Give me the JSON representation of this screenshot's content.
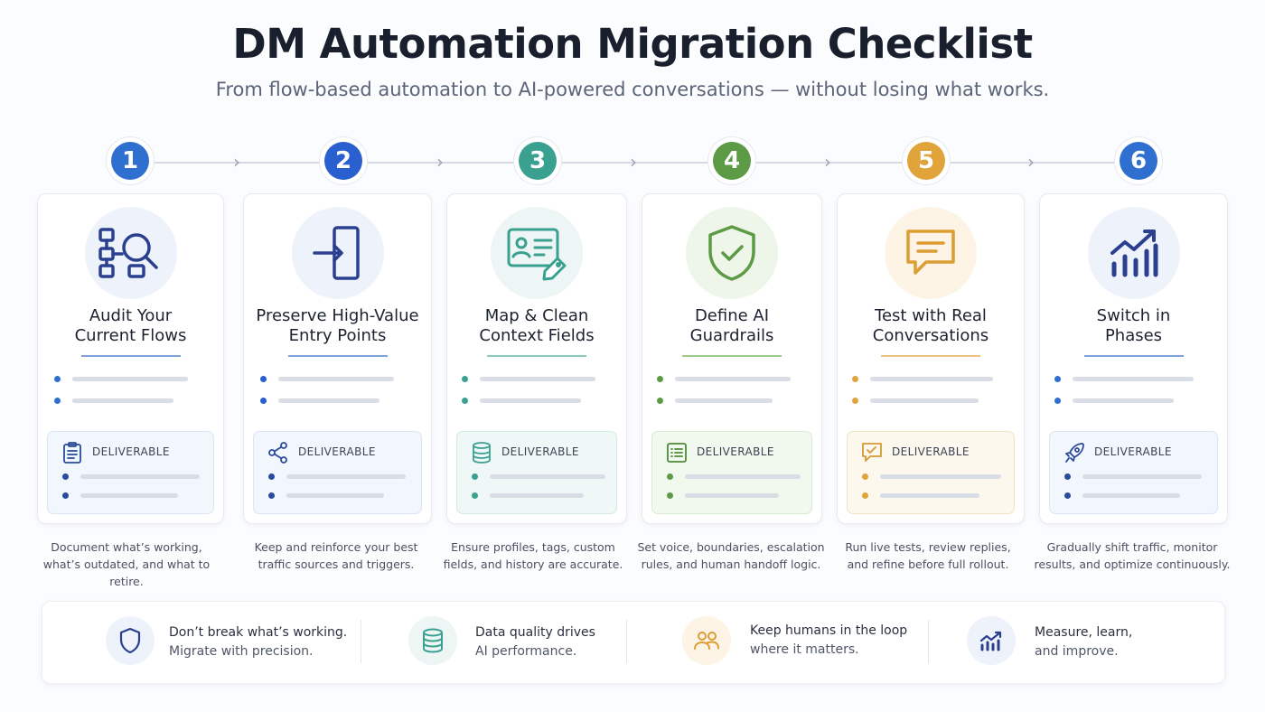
{
  "header": {
    "title": "DM Automation Migration Checklist",
    "subtitle": "From flow-based automation to AI-powered conversations — without losing what works."
  },
  "steps": [
    {
      "number": "1",
      "title_line1": "Audit Your",
      "title_line2": "Current Flows",
      "deliverable": "DELIVERABLE",
      "desc_line1": "Document what’s working,",
      "desc_line2": "what’s outdated, and what to retire.",
      "color": "#2f6fd0",
      "icon": "flowchart-search-icon",
      "deliv_icon": "clipboard-icon"
    },
    {
      "number": "2",
      "title_line1": "Preserve High-Value",
      "title_line2": "Entry Points",
      "deliverable": "DELIVERABLE",
      "desc_line1": "Keep and reinforce your best",
      "desc_line2": "traffic sources and triggers.",
      "color": "#2a5fcf",
      "icon": "entry-arrow-icon",
      "deliv_icon": "share-nodes-icon"
    },
    {
      "number": "3",
      "title_line1": "Map & Clean",
      "title_line2": "Context Fields",
      "deliverable": "DELIVERABLE",
      "desc_line1": "Ensure profiles, tags, custom",
      "desc_line2": "fields, and history are accurate.",
      "color": "#3aa190",
      "icon": "profile-card-tag-icon",
      "deliv_icon": "database-icon"
    },
    {
      "number": "4",
      "title_line1": "Define AI",
      "title_line2": "Guardrails",
      "deliverable": "DELIVERABLE",
      "desc_line1": "Set voice, boundaries, escalation",
      "desc_line2": "rules, and human handoff logic.",
      "color": "#5c9a45",
      "icon": "shield-check-icon",
      "deliv_icon": "checklist-icon"
    },
    {
      "number": "5",
      "title_line1": "Test with Real",
      "title_line2": "Conversations",
      "deliverable": "DELIVERABLE",
      "desc_line1": "Run live tests, review replies,",
      "desc_line2": "and refine before full rollout.",
      "color": "#e0a43a",
      "icon": "chat-bubble-icon",
      "deliv_icon": "chat-check-icon"
    },
    {
      "number": "6",
      "title_line1": "Switch in",
      "title_line2": "Phases",
      "deliverable": "DELIVERABLE",
      "desc_line1": "Gradually shift traffic, monitor",
      "desc_line2": "results, and optimize continuously.",
      "color": "#2f6fd0",
      "icon": "growth-chart-icon",
      "deliv_icon": "rocket-icon"
    }
  ],
  "footer": [
    {
      "line1": "Don’t break what’s working.",
      "line2": "Migrate with precision.",
      "icon": "shield-icon"
    },
    {
      "line1": "Data quality drives",
      "line2": "AI performance.",
      "icon": "database-icon"
    },
    {
      "line1": "Keep humans in the loop",
      "line2": "where it matters.",
      "icon": "people-icon"
    },
    {
      "line1": "Measure, learn,",
      "line2": "and improve.",
      "icon": "bar-chart-icon"
    }
  ]
}
